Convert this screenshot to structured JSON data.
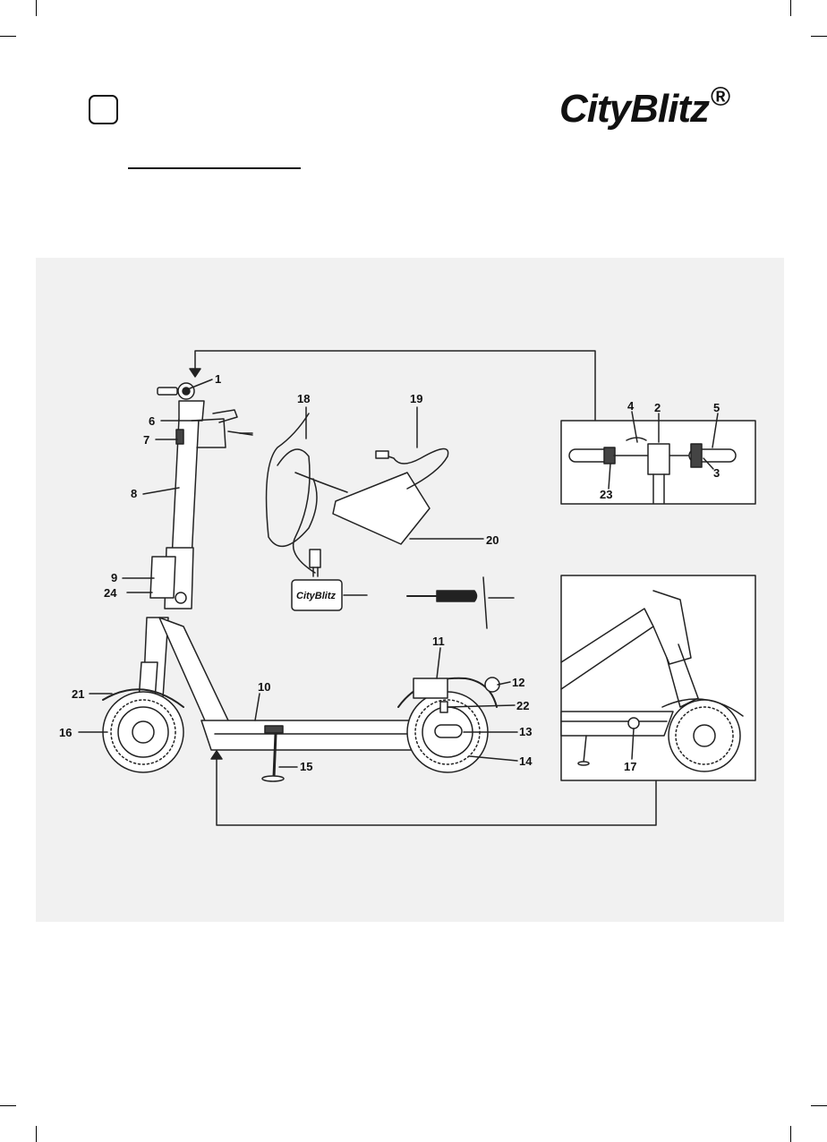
{
  "header": {
    "brand_name": "CityBlitz",
    "brand_mark": "®"
  },
  "figure": {
    "callouts": [
      "1",
      "2",
      "3",
      "4",
      "5",
      "6",
      "7",
      "8",
      "9",
      "10",
      "11",
      "12",
      "13",
      "14",
      "15",
      "16",
      "17",
      "18",
      "19",
      "20",
      "21",
      "22",
      "23",
      "24"
    ],
    "card_text": "CityBlitz"
  },
  "colors": {
    "panel_background": "#f1f1f1",
    "ink": "#111111"
  }
}
